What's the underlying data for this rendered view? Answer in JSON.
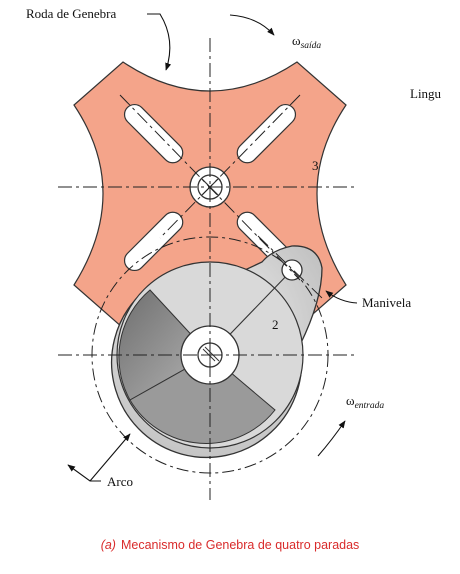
{
  "labels": {
    "geneva_wheel": "Roda de Genebra",
    "omega_symbol": "ω",
    "omega_out_sub": "saída",
    "omega_in_sub": "entrada",
    "partial_label": "Lingu",
    "wheel_number": "3",
    "crank_number": "2",
    "crank": "Manivela",
    "arc": "Arco",
    "caption_prefix": "(a)",
    "caption_text": "Mecanismo de Genebra de quatro paradas"
  },
  "colors": {
    "wheel_fill": "#f4a48a",
    "wheel_stroke": "#333333",
    "crank_fill": "#d9d9d9",
    "crank_dark": "#8f8f8f",
    "caption_red": "#d92b2b"
  }
}
